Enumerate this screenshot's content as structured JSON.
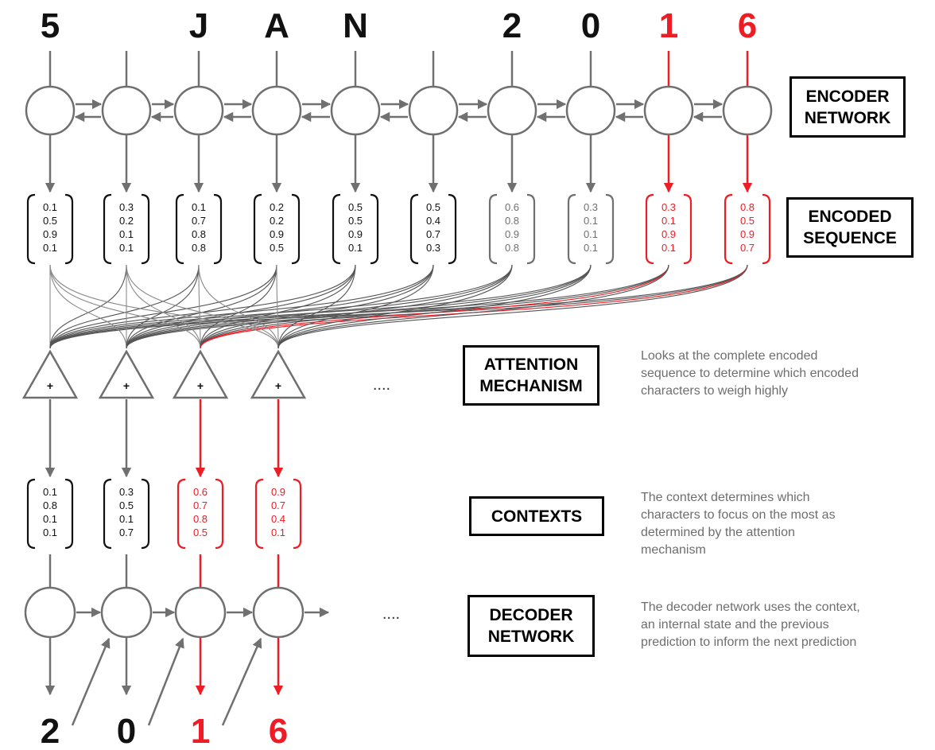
{
  "input_chars": [
    {
      "char": "5",
      "color": "#111111"
    },
    {
      "char": "",
      "color": "#111111"
    },
    {
      "char": "J",
      "color": "#111111"
    },
    {
      "char": "A",
      "color": "#111111"
    },
    {
      "char": "N",
      "color": "#111111"
    },
    {
      "char": "",
      "color": "#111111"
    },
    {
      "char": "2",
      "color": "#111111"
    },
    {
      "char": "0",
      "color": "#111111"
    },
    {
      "char": "1",
      "color": "#ee1c24"
    },
    {
      "char": "6",
      "color": "#ee1c24"
    }
  ],
  "encoded_vectors": [
    {
      "values": [
        "0.1",
        "0.5",
        "0.9",
        "0.1"
      ],
      "color": "#111111"
    },
    {
      "values": [
        "0.3",
        "0.2",
        "0.1",
        "0.1"
      ],
      "color": "#111111"
    },
    {
      "values": [
        "0.1",
        "0.7",
        "0.8",
        "0.8"
      ],
      "color": "#111111"
    },
    {
      "values": [
        "0.2",
        "0.2",
        "0.9",
        "0.5"
      ],
      "color": "#111111"
    },
    {
      "values": [
        "0.5",
        "0.5",
        "0.9",
        "0.1"
      ],
      "color": "#111111"
    },
    {
      "values": [
        "0.5",
        "0.4",
        "0.7",
        "0.3"
      ],
      "color": "#111111"
    },
    {
      "values": [
        "0.6",
        "0.8",
        "0.9",
        "0.8"
      ],
      "color": "#707070"
    },
    {
      "values": [
        "0.3",
        "0.1",
        "0.1",
        "0.1"
      ],
      "color": "#707070"
    },
    {
      "values": [
        "0.3",
        "0.1",
        "0.9",
        "0.1"
      ],
      "color": "#ee1c24"
    },
    {
      "values": [
        "0.8",
        "0.5",
        "0.9",
        "0.7"
      ],
      "color": "#ee1c24"
    }
  ],
  "attention_symbol": "+",
  "attention_ellipsis": "....",
  "context_vectors": [
    {
      "values": [
        "0.1",
        "0.8",
        "0.1",
        "0.1"
      ],
      "color": "#111111"
    },
    {
      "values": [
        "0.3",
        "0.5",
        "0.1",
        "0.7"
      ],
      "color": "#111111"
    },
    {
      "values": [
        "0.6",
        "0.7",
        "0.8",
        "0.5"
      ],
      "color": "#ee1c24"
    },
    {
      "values": [
        "0.9",
        "0.7",
        "0.4",
        "0.1"
      ],
      "color": "#ee1c24"
    }
  ],
  "decoder_ellipsis": "....",
  "output_chars": [
    {
      "char": "2",
      "color": "#111111"
    },
    {
      "char": "0",
      "color": "#111111"
    },
    {
      "char": "1",
      "color": "#ee1c24"
    },
    {
      "char": "6",
      "color": "#ee1c24"
    }
  ],
  "labels": {
    "encoder": [
      "ENCODER",
      "NETWORK"
    ],
    "encoded": [
      "ENCODED",
      "SEQUENCE"
    ],
    "attention": [
      "ATTENTION",
      "MECHANISM"
    ],
    "contexts": [
      "CONTEXTS"
    ],
    "decoder": [
      "DECODER",
      "NETWORK"
    ]
  },
  "descriptions": {
    "attention": [
      "Looks at the complete encoded",
      "sequence to determine which encoded",
      "characters to weigh highly"
    ],
    "contexts": [
      "The context determines which",
      "characters to focus on the most as",
      "determined by the attention",
      "mechanism"
    ],
    "decoder": [
      "The decoder network uses the context,",
      "an internal state and the previous",
      "prediction to inform the next prediction"
    ]
  },
  "colors": {
    "gray": "#707070",
    "red": "#ee1c24",
    "text": "#111111"
  }
}
